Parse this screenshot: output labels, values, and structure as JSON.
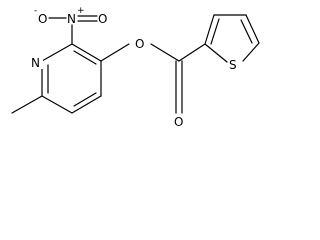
{
  "molecule": {
    "atoms": {
      "pyridine_nitrogen": "N",
      "nitro_nitrogen": "N",
      "nitro_charge": "+",
      "nitro_oxygen_anion": "O",
      "nitro_oxygen_anion_charge": "-",
      "nitro_oxygen_double": "O",
      "ester_oxygen": "O",
      "carbonyl_oxygen": "O",
      "thiophene_sulfur": "S"
    }
  }
}
